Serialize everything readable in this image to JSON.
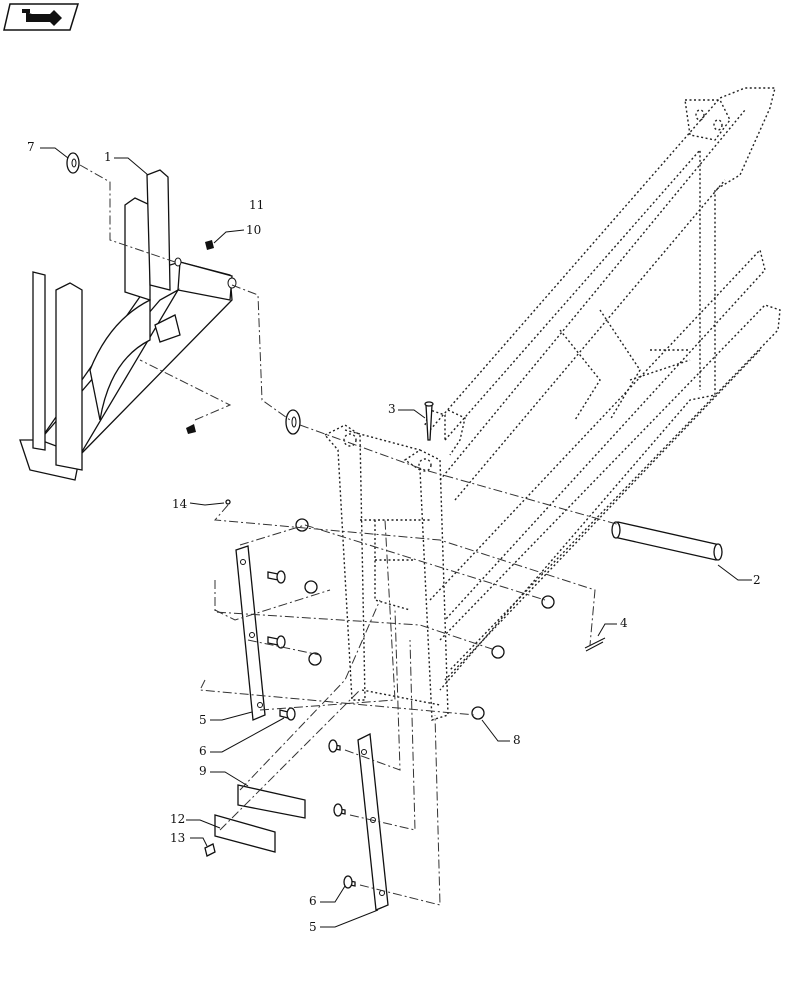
{
  "nav": {
    "icon": "next-page-arrow-icon"
  },
  "callouts": {
    "c1": "1",
    "c2": "2",
    "c3": "3",
    "c4": "4",
    "c5a": "5",
    "c5b": "5",
    "c6a": "6",
    "c6b": "6",
    "c7": "7",
    "c8": "8",
    "c9": "9",
    "c10": "10",
    "c11": "11",
    "c12": "12",
    "c13": "13",
    "c14": "14"
  }
}
